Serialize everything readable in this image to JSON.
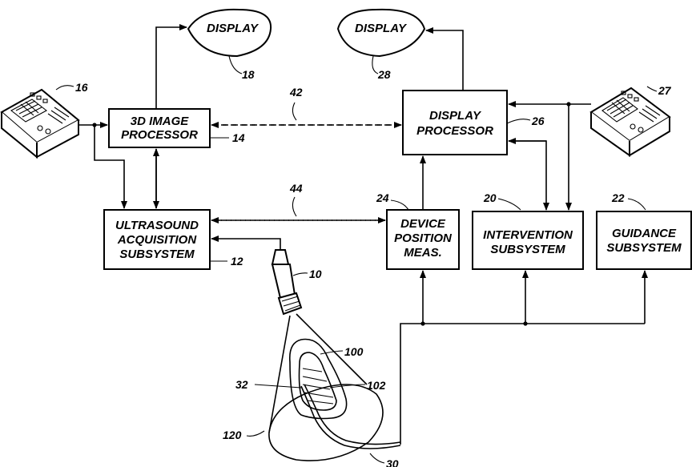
{
  "blocks": {
    "image_processor": {
      "line1": "3D IMAGE",
      "line2": "PROCESSOR",
      "ref": "14"
    },
    "display_processor": {
      "line1": "DISPLAY",
      "line2": "PROCESSOR",
      "ref": "26"
    },
    "ultrasound": {
      "line1": "ULTRASOUND",
      "line2": "ACQUISITION",
      "line3": "SUBSYSTEM",
      "ref": "12"
    },
    "device_position": {
      "line1": "DEVICE",
      "line2": "POSITION",
      "line3": "MEAS.",
      "ref": "24"
    },
    "intervention": {
      "line1": "INTERVENTION",
      "line2": "SUBSYSTEM",
      "ref": "20"
    },
    "guidance": {
      "line1": "GUIDANCE",
      "line2": "SUBSYSTEM",
      "ref": "22"
    }
  },
  "displays": {
    "left": {
      "label": "DISPLAY",
      "ref": "18"
    },
    "right": {
      "label": "DISPLAY",
      "ref": "28"
    }
  },
  "consoles": {
    "left": {
      "ref": "16"
    },
    "right": {
      "ref": "27"
    }
  },
  "links": {
    "image_to_display_ref": "42",
    "ultrasound_to_position_ref": "44"
  },
  "probe": {
    "ref": "10"
  },
  "anatomy": {
    "organ_ref": "100",
    "inner_ref": "102",
    "device_ref": "32",
    "region_ref": "120",
    "catheter_ref": "30"
  }
}
